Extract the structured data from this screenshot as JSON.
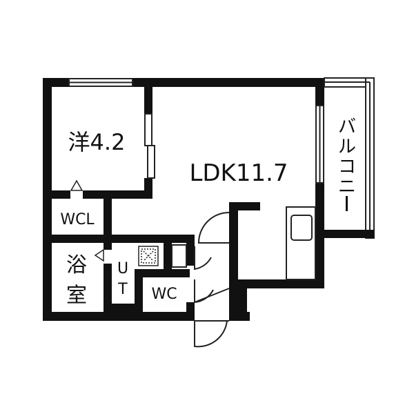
{
  "colors": {
    "wall": "#111111",
    "background": "#ffffff",
    "line": "#222222",
    "fixture_fill": "#ffffff"
  },
  "rooms": {
    "western_room": "洋4.2",
    "ldk": "LDK11.7",
    "wcl": "WCL",
    "bath_line1": "浴",
    "bath_line2": "室",
    "ut_line1": "U",
    "ut_line2": "T",
    "wc": "WC",
    "balcony": [
      "バ",
      "ル",
      "コ",
      "ニ",
      "ー"
    ]
  }
}
